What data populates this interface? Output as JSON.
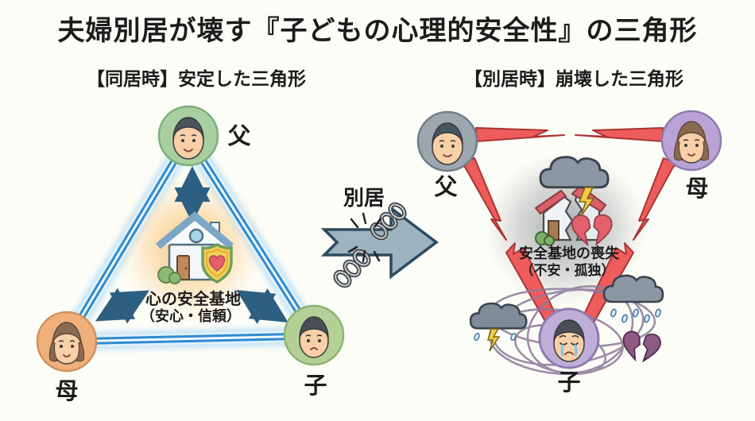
{
  "title": "夫婦別居が壊す『子どもの心理的安全性』の三角形",
  "left": {
    "subtitle": "【同居時】安定した三角形",
    "father": "父",
    "mother": "母",
    "child": "子",
    "caption1": "心の安全基地",
    "caption2": "（安心・信頼）"
  },
  "transition": {
    "label": "別居"
  },
  "right": {
    "subtitle": "【別居時】崩壊した三角形",
    "father": "父",
    "mother": "母",
    "child": "子",
    "caption1": "安全基地の喪失",
    "caption2": "（不安・孤独）"
  },
  "icons": {
    "left_center": "house-safe-base-icon (house with heart shield)",
    "left_edges": "stable-triangle-double-blue-lines",
    "left_arrows": "double-headed-bond-arrows",
    "transition": "broken-chain-icon over right-arrow",
    "right_center": "cracked-house-icon with storm-cloud and broken-heart",
    "right_edges": "broken-red-lightning-bonds",
    "right_child_surround": "scribble-swirls, storm-clouds, rain, purple-broken-heart"
  },
  "colors": {
    "background": "#fdfdf7",
    "triangle_blue": "#2f8ad0",
    "triangle_glow": "#cfe9fa",
    "bond_arrow_dark": "#2c5f82",
    "glow_orange": "#f6bb72",
    "bond_red": "#ee5c5c",
    "transition_arrow": "#9eb3c0",
    "left_father_bg": "#a9cfa0",
    "left_mother_bg": "#f0b07c",
    "left_child_bg": "#b4d096",
    "right_father_bg": "#9ca7b0",
    "right_mother_bg": "#b9a3d6",
    "right_child_bg": "#bfaed8",
    "shield_yellow": "#f3cf5a",
    "heart_red": "#e4606d",
    "heart_purple": "#8e5a86",
    "cloud_gray": "#8b97a3",
    "lightning_yellow": "#f3cd3e",
    "scribble_purple": "#8b7a99"
  }
}
